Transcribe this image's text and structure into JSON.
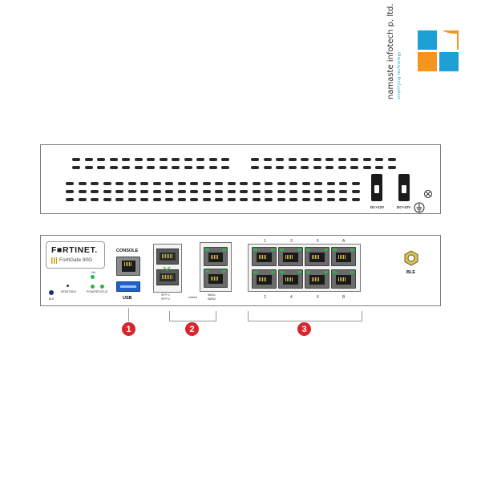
{
  "watermark": {
    "company": "namaste infotech p. ltd.",
    "tagline": "simplifying technology",
    "colors": [
      "#1c9fd2",
      "#f7941e"
    ]
  },
  "back_panel": {
    "dc_label_1": "DC+12V",
    "dc_label_2": "DC+12V"
  },
  "front_panel": {
    "brand": "F■RTINET.",
    "model": "FortiGate 90G",
    "console_label": "CONSOLE",
    "usb_label": "USB",
    "ble_label": "BLE",
    "tiny_labels": {
      "ble_button": "BLE",
      "reset": "RESET/BLE",
      "ha": "HA",
      "power": "POWER",
      "status": "STATUS",
      "sfp1": "SFP+1",
      "sfp2": "SFP+2",
      "shared": "shared",
      "wan1": "WAN1",
      "wan2": "WAN2"
    },
    "ports_top": [
      "1",
      "3",
      "5",
      "A"
    ],
    "ports_bottom": [
      "2",
      "4",
      "6",
      "B"
    ],
    "led_color": "#2fb24a"
  },
  "callouts": [
    "1",
    "2",
    "3"
  ]
}
